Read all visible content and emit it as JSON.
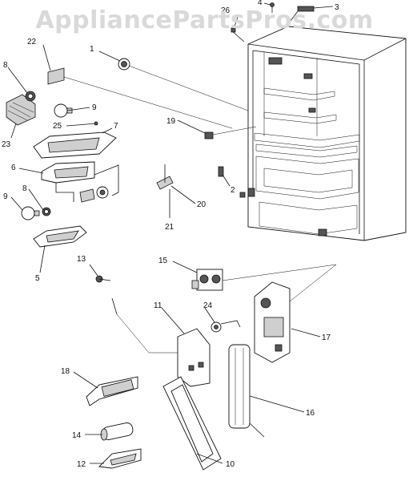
{
  "watermark": "AppliancePartsPros.com",
  "callouts": [
    "1",
    "2",
    "3",
    "4",
    "5",
    "6",
    "7",
    "8",
    "8",
    "9",
    "9",
    "10",
    "11",
    "12",
    "13",
    "14",
    "15",
    "16",
    "17",
    "18",
    "19",
    "20",
    "21",
    "22",
    "23",
    "24",
    "25",
    "26"
  ]
}
